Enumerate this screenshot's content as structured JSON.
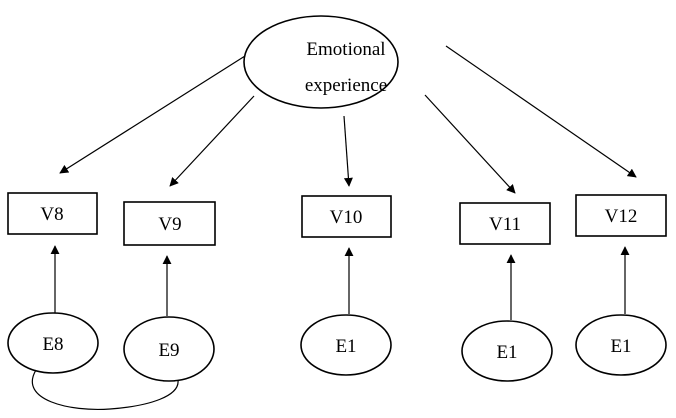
{
  "latent": {
    "line1": "Emotional",
    "line2": "experience"
  },
  "observed": [
    {
      "id": "v8",
      "label": "V8"
    },
    {
      "id": "v9",
      "label": "V9"
    },
    {
      "id": "v10",
      "label": "V10"
    },
    {
      "id": "v11",
      "label": "V11"
    },
    {
      "id": "v12",
      "label": "V12"
    }
  ],
  "errors": [
    {
      "id": "e8",
      "label": "E8"
    },
    {
      "id": "e9",
      "label": "E9"
    },
    {
      "id": "e10",
      "label": "E1"
    },
    {
      "id": "e11",
      "label": "E1"
    },
    {
      "id": "e12",
      "label": "E1"
    }
  ],
  "colors": {
    "stroke": "#000000",
    "fill": "#ffffff"
  }
}
